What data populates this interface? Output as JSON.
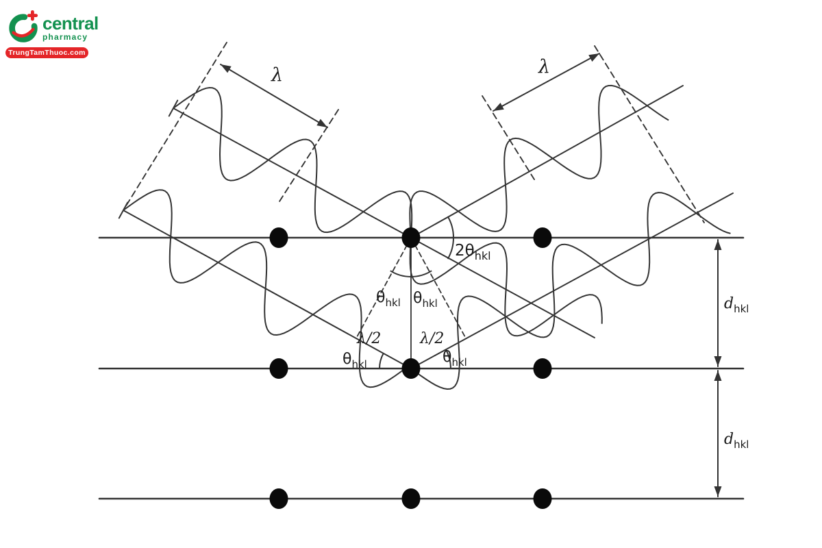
{
  "logo": {
    "brand": "central",
    "tagline": "pharmacy",
    "badge": "TrungTamThuoc.com",
    "colors": {
      "green": "#13914f",
      "red": "#e42528"
    }
  },
  "diagram": {
    "stroke_color": "#333333",
    "atom_color": "#0a0a0a",
    "labels": {
      "lambda": "λ",
      "half_lambda": "λ/2",
      "theta": "θ",
      "two_theta": "2θ",
      "subscript": "hkl",
      "d": "d"
    }
  }
}
